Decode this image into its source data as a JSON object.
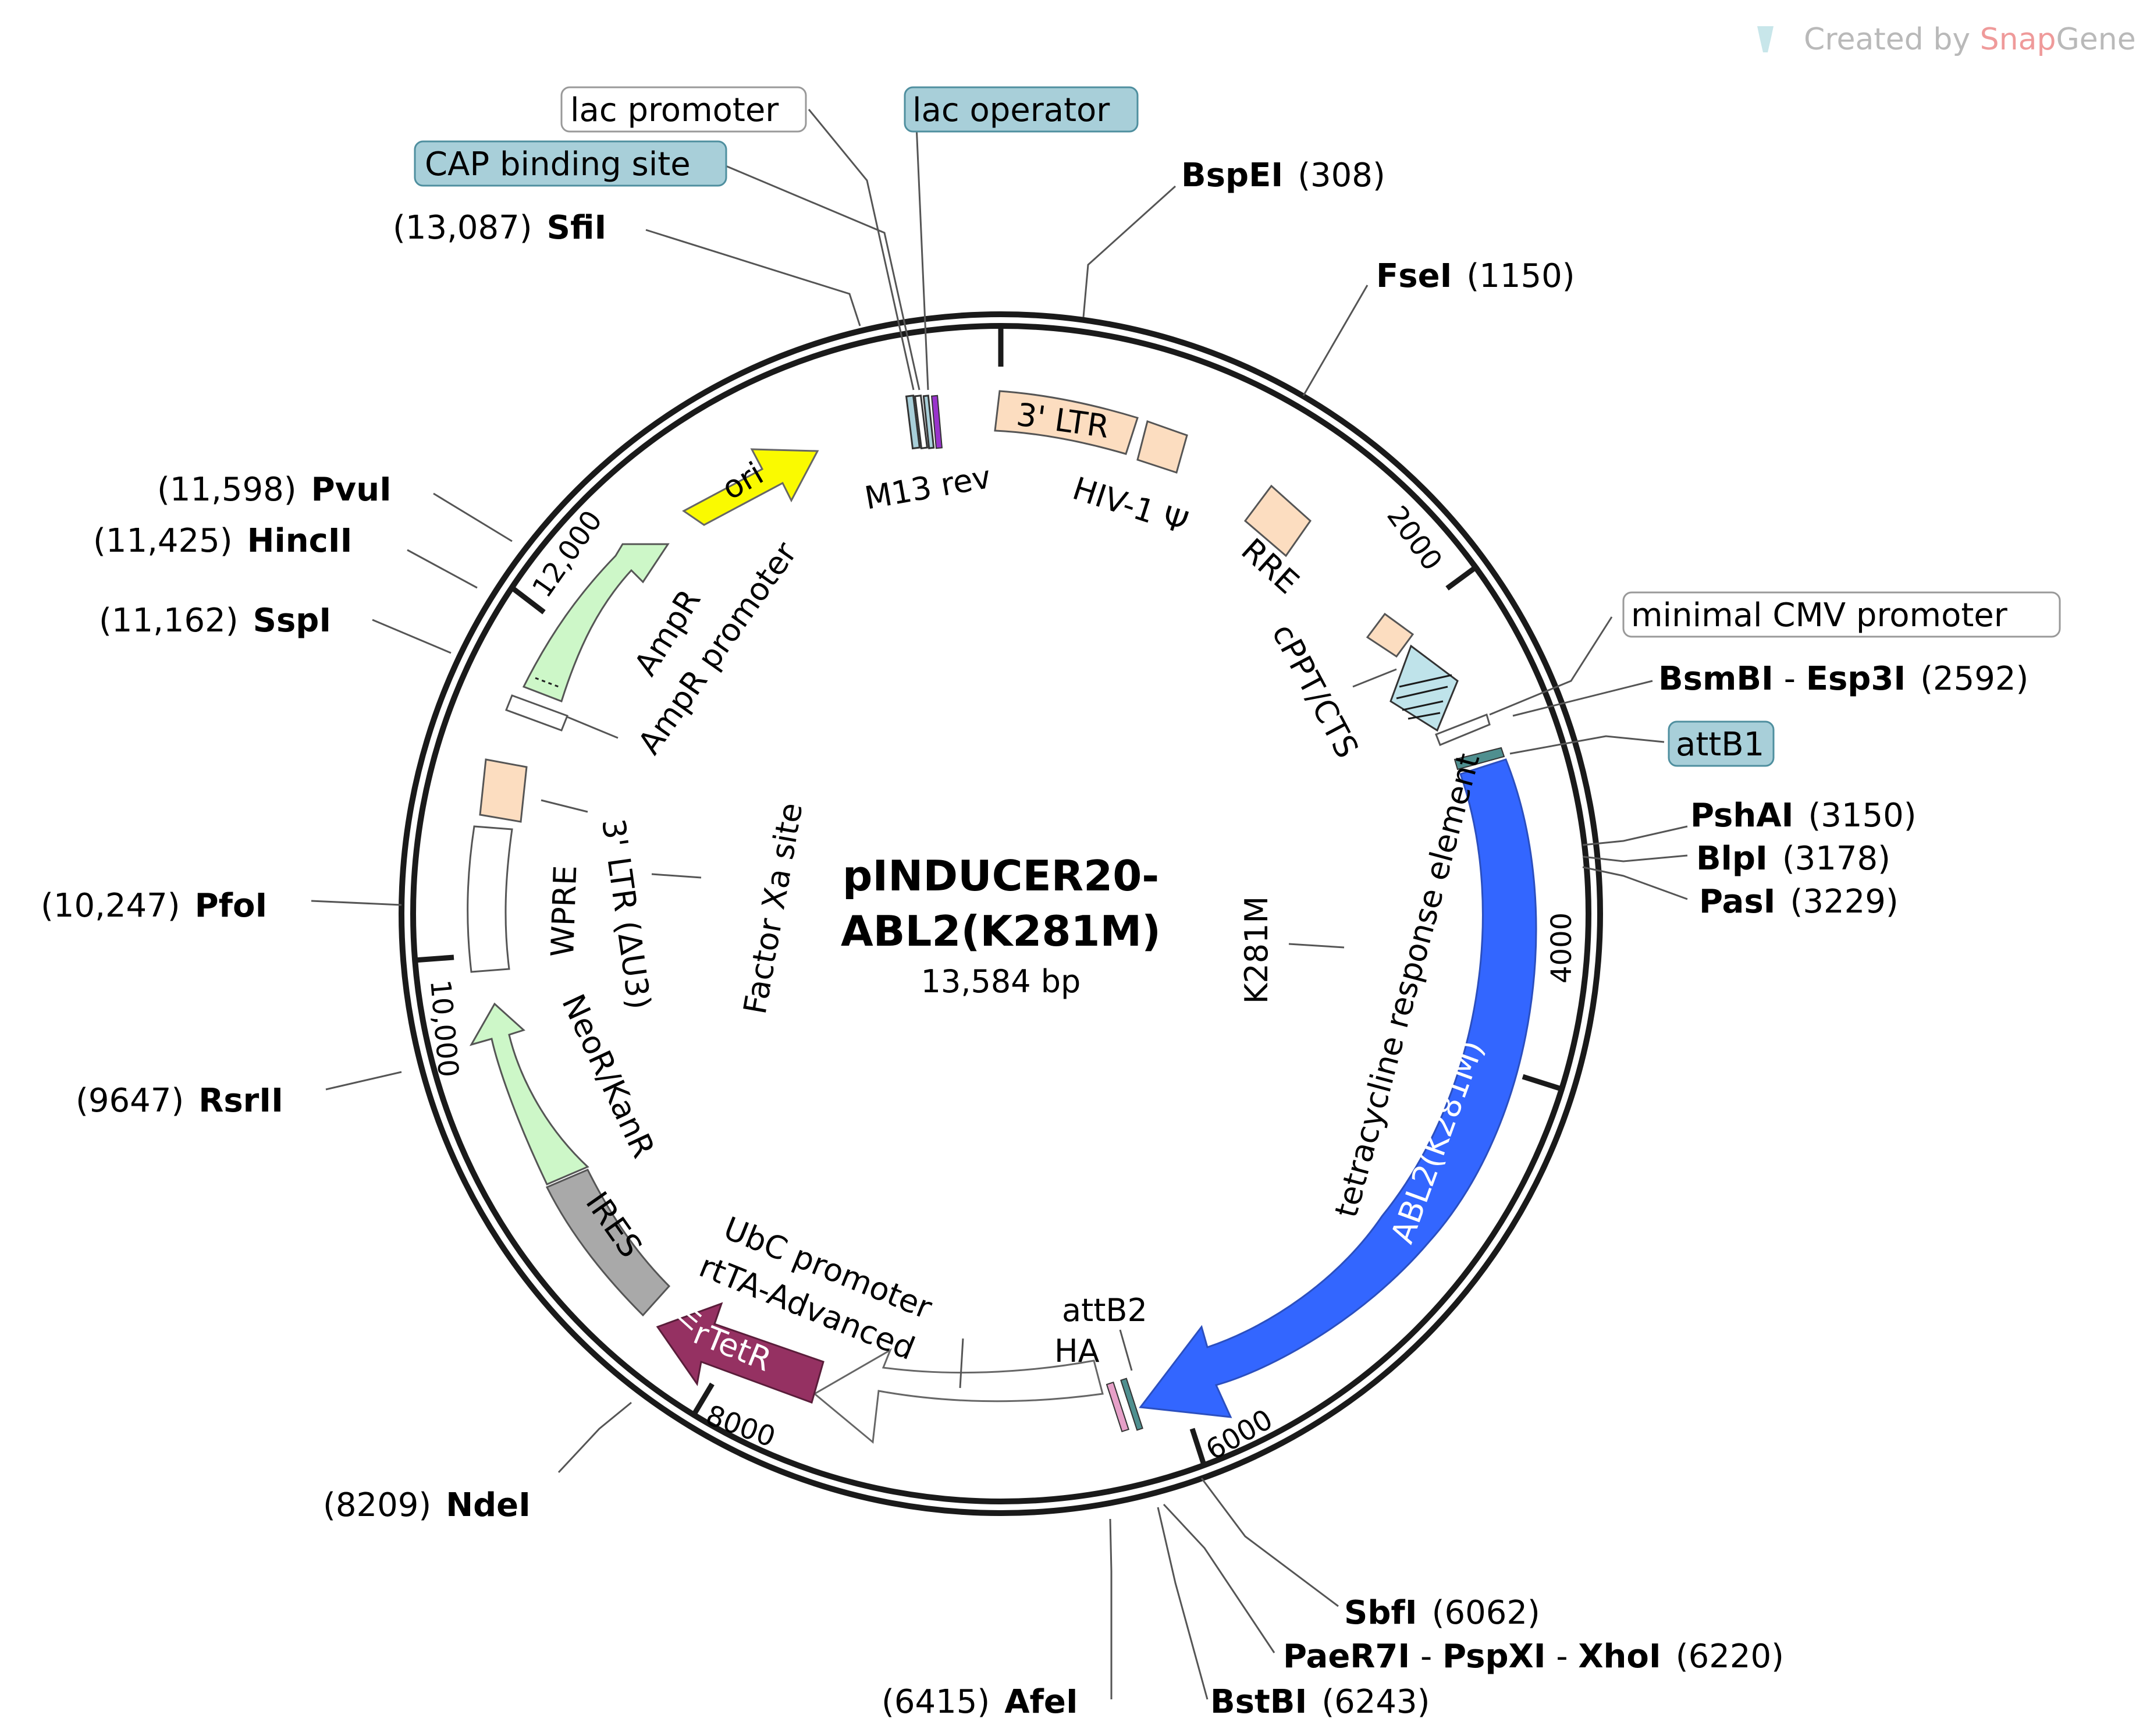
{
  "credit": {
    "prefix": "Created by ",
    "brand_a": "Snap",
    "brand_b": "Gene"
  },
  "plasmid": {
    "name_line1": "pINDUCER20-",
    "name_line2": "ABL2(K281M)",
    "length": "13,584 bp"
  },
  "ticks": [
    "2000",
    "4000",
    "6000",
    "8000",
    "10,000",
    "12,000"
  ],
  "sites": {
    "sfiI": {
      "name": "SfiI",
      "pos": "(13,087)"
    },
    "bspEI": {
      "name": "BspEI",
      "pos": "(308)"
    },
    "fseI": {
      "name": "FseI",
      "pos": "(1150)"
    },
    "bsmBI": {
      "name": "BsmBI",
      "sep": " - ",
      "name2": "Esp3I",
      "pos": "(2592)"
    },
    "pshAI": {
      "name": "PshAI",
      "pos": "(3150)"
    },
    "blpI": {
      "name": "BlpI",
      "pos": "(3178)"
    },
    "pasI": {
      "name": "PasI",
      "pos": "(3229)"
    },
    "sbfI": {
      "name": "SbfI",
      "pos": "(6062)"
    },
    "paeR7I": {
      "name": "PaeR7I",
      "sep1": " - ",
      "name2": "PspXI",
      "sep2": " - ",
      "name3": "XhoI",
      "pos": "(6220)"
    },
    "bstBI": {
      "name": "BstBI",
      "pos": "(6243)"
    },
    "afeI": {
      "name": "AfeI",
      "pos": "(6415)"
    },
    "ndeI": {
      "name": "NdeI",
      "pos": "(8209)"
    },
    "rsrII": {
      "name": "RsrII",
      "pos": "(9647)"
    },
    "pfoI": {
      "name": "PfoI",
      "pos": "(10,247)"
    },
    "sspI": {
      "name": "SspI",
      "pos": "(11,162)"
    },
    "hincII": {
      "name": "HincII",
      "pos": "(11,425)"
    },
    "pvuI": {
      "name": "PvuI",
      "pos": "(11,598)"
    }
  },
  "boxed_features": {
    "lac_promoter": "lac promoter",
    "lac_operator": "lac operator",
    "cap_binding_site": "CAP binding site",
    "minimal_cmv_promoter": "minimal CMV promoter",
    "attB1": "attB1"
  },
  "features": {
    "m13rev": "M13 rev",
    "ltr3": "3' LTR",
    "hiv1psi": "HIV-1 Ψ",
    "rre": "RRE",
    "cppt": "cPPT/CTS",
    "tre": "tetracycline response element",
    "abl2": "ABL2(K281M)",
    "k281m": "K281M",
    "attB2": "attB2",
    "ha": "HA",
    "ubc": "UbC promoter",
    "rtta": "rtTA-Advanced",
    "rtetr": "rTetR",
    "ires": "IRES",
    "neor": "NeoR/KanR",
    "ltr3du3": "3' LTR (ΔU3)",
    "wpre": "WPRE",
    "factorxa": "Factor Xa site",
    "ampr": "AmpR",
    "ampr_promoter": "AmpR promoter",
    "ori": "ori"
  },
  "colors": {
    "backbone": "#1a1a1a",
    "ltr": "#fcddc0",
    "ampr": "#cdf7c8",
    "ori": "#fafa00",
    "abl2": "#3366ff",
    "rtetr": "#953162",
    "ires": "#a9a9a9",
    "blue_box": "#a8cfd9"
  }
}
